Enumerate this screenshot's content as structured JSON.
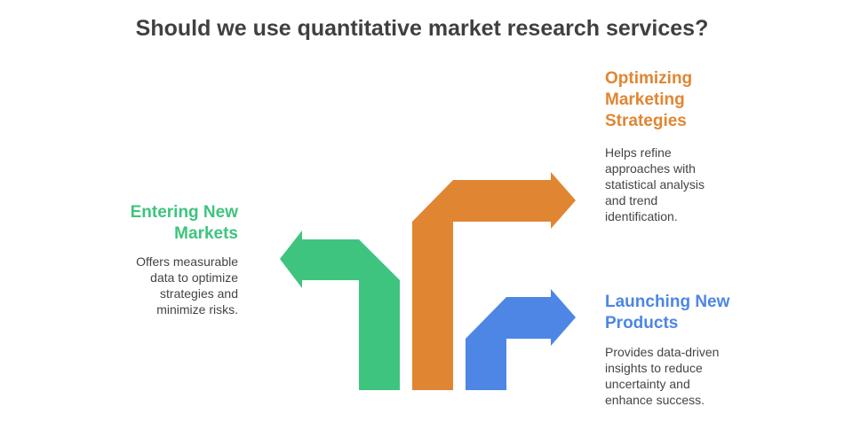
{
  "title": "Should we use quantitative market research services?",
  "colors": {
    "green": "#3ec47e",
    "orange": "#e08633",
    "blue": "#4d86e5",
    "title_text": "#404040",
    "body_text": "#444444"
  },
  "options": [
    {
      "id": "entering",
      "heading_line1": "Entering New",
      "heading_line2": "Markets",
      "desc_lines": [
        "Offers measurable",
        "data to optimize",
        "strategies and",
        "minimize risks."
      ],
      "color": "#3ec47e"
    },
    {
      "id": "optimizing",
      "heading_line1": "Optimizing",
      "heading_line2": "Marketing",
      "heading_line3": "Strategies",
      "desc_lines": [
        "Helps refine",
        "approaches with",
        "statistical analysis",
        "and trend",
        "identification."
      ],
      "color": "#e08633"
    },
    {
      "id": "launching",
      "heading_line1": "Launching New",
      "heading_line2": "Products",
      "desc_lines": [
        "Provides data-driven",
        "insights to reduce",
        "uncertainty and",
        "enhance success."
      ],
      "color": "#4d86e5"
    }
  ]
}
